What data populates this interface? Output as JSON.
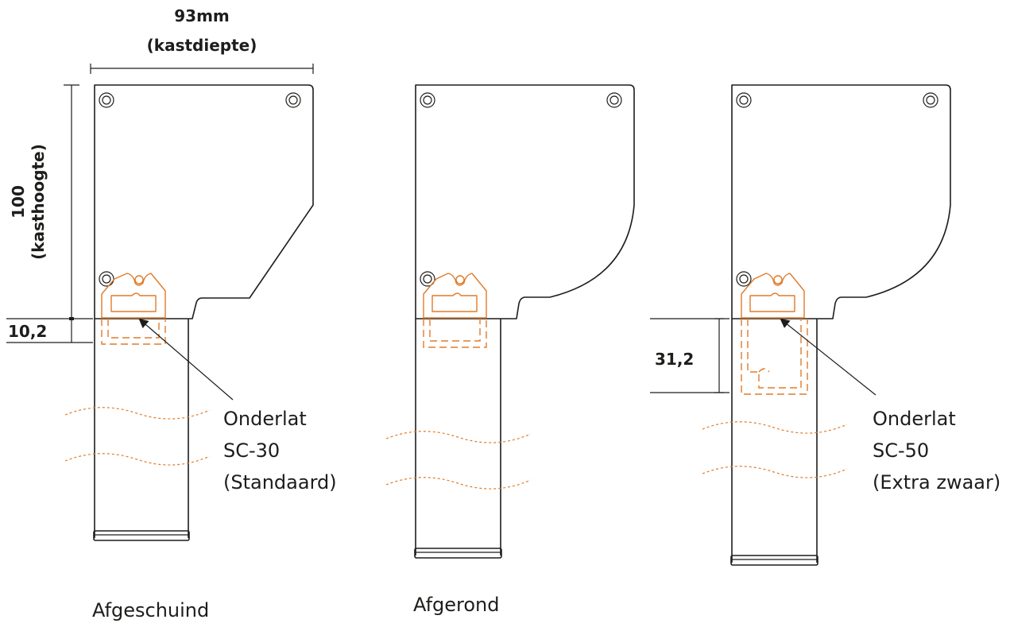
{
  "colors": {
    "outline": "#1d1d1b",
    "accent_orange": "#e07b2a",
    "background": "#ffffff"
  },
  "dimensions": {
    "width_value": "93mm",
    "width_label": "(kastdiepte)",
    "height_value": "100",
    "height_label": "(kasthoogte)",
    "slat_offset_standard": "10,2",
    "slat_offset_heavy": "31,2"
  },
  "callouts": {
    "standard": {
      "line1": "Onderlat",
      "line2": "SC-30",
      "line3": "(Standaard)"
    },
    "heavy": {
      "line1": "Onderlat",
      "line2": "SC-50",
      "line3": "(Extra zwaar)"
    }
  },
  "profiles": [
    {
      "caption": "Afgeschuind"
    },
    {
      "caption": "Afgerond"
    }
  ]
}
